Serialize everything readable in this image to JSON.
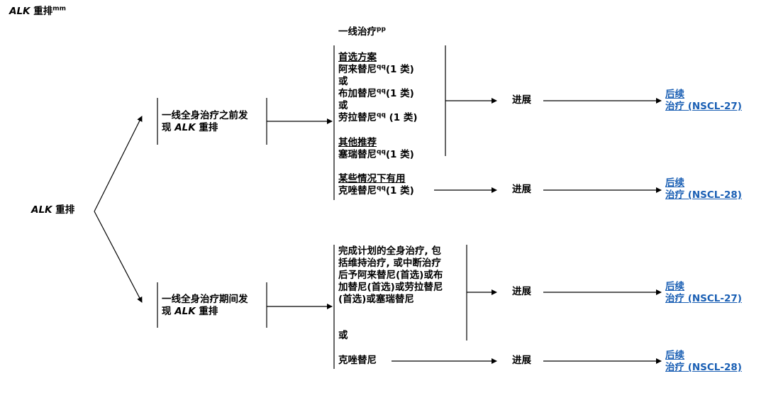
{
  "title": {
    "gene": "ALK",
    "rest": " 重排",
    "sup": "mm"
  },
  "root": {
    "gene": "ALK",
    "rest": " 重排"
  },
  "branch1": {
    "line1": "一线全身治疗之前发",
    "line2_pre": "现 ",
    "line2_gene": "ALK",
    "line2_post": " 重排"
  },
  "branch2": {
    "line1": "一线全身治疗期间发",
    "line2_pre": "现 ",
    "line2_gene": "ALK",
    "line2_post": " 重排"
  },
  "first_line": {
    "label": "一线治疗",
    "sup": "pp"
  },
  "preferred": {
    "heading": "首选方案",
    "drug1": "阿来替尼",
    "drug1_sup": "qq",
    "drug1_cat": "(1 类)",
    "or1": "或",
    "drug2": "布加替尼",
    "drug2_sup": "qq",
    "drug2_cat": "(1 类)",
    "or2": "或",
    "drug3": "劳拉替尼",
    "drug3_sup": "qq",
    "drug3_cat": " (1 类)"
  },
  "other": {
    "heading": "其他推荐",
    "drug": "塞瑞替尼",
    "sup": "qq",
    "cat": "(1 类)"
  },
  "some_cases": {
    "heading": "某些情况下有用",
    "drug": "克唑替尼",
    "sup": "qq",
    "cat": "(1 类)"
  },
  "during": {
    "lines": [
      "完成计划的全身治疗, 包",
      "括维持治疗, 或中断治疗",
      "后予阿来替尼(首选)或布",
      "加替尼(首选)或劳拉替尼",
      "(首选)或塞瑞替尼"
    ],
    "or": "或",
    "crizotinib": "克唑替尼"
  },
  "progression": "进展",
  "outcomes": [
    {
      "line1": "后续",
      "line2": "治疗 (NSCL-27)"
    },
    {
      "line1": "后续",
      "line2": "治疗 (NSCL-28)"
    },
    {
      "line1": "后续",
      "line2": "治疗 (NSCL-27)"
    },
    {
      "line1": "后续",
      "line2": "治疗 (NSCL-28)"
    }
  ],
  "colors": {
    "link": "#1a5fb4",
    "text": "#000000"
  }
}
